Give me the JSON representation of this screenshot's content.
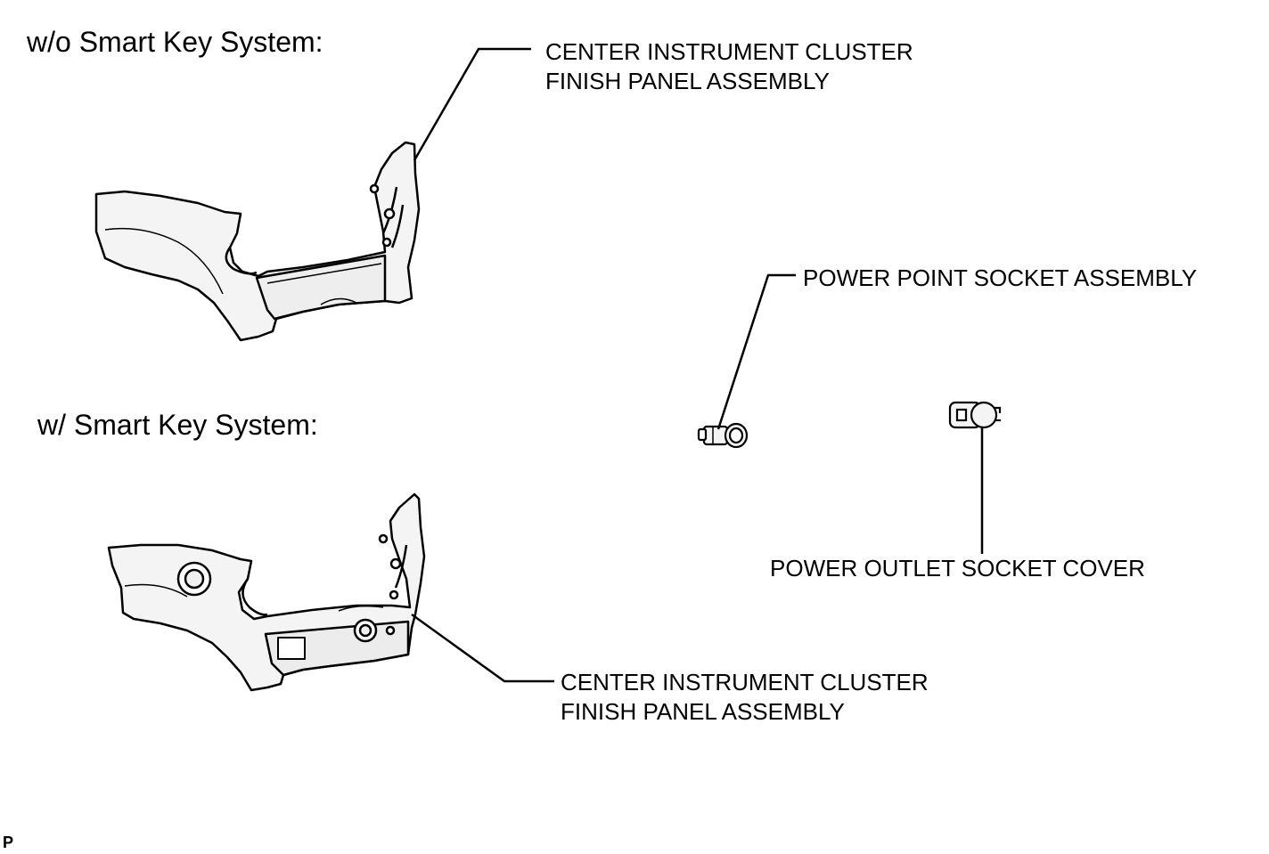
{
  "sections": {
    "without_smart_key": "w/o Smart Key System:",
    "with_smart_key": "w/ Smart Key System:"
  },
  "callouts": {
    "top_panel": {
      "line1": "CENTER INSTRUMENT CLUSTER",
      "line2": "FINISH PANEL ASSEMBLY"
    },
    "bottom_panel": {
      "line1": "CENTER INSTRUMENT CLUSTER",
      "line2": "FINISH PANEL ASSEMBLY"
    },
    "power_point": "POWER POINT SOCKET ASSEMBLY",
    "power_outlet_cover": "POWER OUTLET SOCKET COVER"
  },
  "corner_mark": "P",
  "colors": {
    "ink": "#000000",
    "paper": "#ffffff",
    "part_fill": "#f4f4f4"
  }
}
